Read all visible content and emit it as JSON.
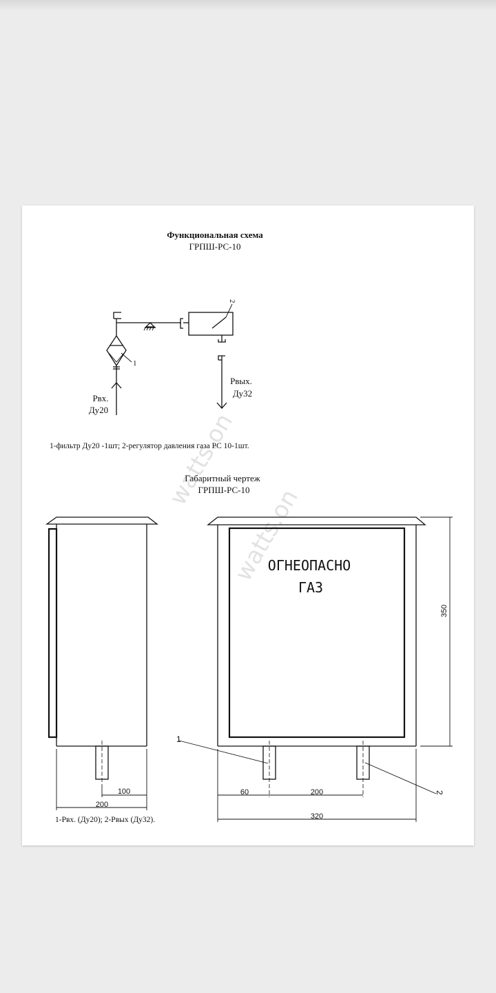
{
  "scheme": {
    "title": "Функциональная схема",
    "subtitle": "ГРПШ-РС-10",
    "marker_1": "1",
    "marker_2": "2",
    "inlet_label": "Рвх.",
    "inlet_size": "Ду20",
    "outlet_label": "Рвых.",
    "outlet_size": "Ду32",
    "legend": "1-фильтр Ду20 -1шт; 2-регулятор давления газа  РС 10-1шт."
  },
  "drawing": {
    "title": "Габаритный чертеж",
    "subtitle": "ГРПШ-РС-10",
    "door_text_line1": "ОГНЕОПАСНО",
    "door_text_line2": "ГАЗ",
    "side_dim_offset": "100",
    "side_dim_width": "200",
    "front_dim_offset": "60",
    "front_dim_spacing": "200",
    "front_dim_width": "320",
    "front_dim_height": "350",
    "marker_1": "1",
    "marker_2": "2",
    "legend": "1-Рвх. (Ду20); 2-Рвых (Ду32)."
  },
  "watermark": {
    "text": "watts.on"
  }
}
